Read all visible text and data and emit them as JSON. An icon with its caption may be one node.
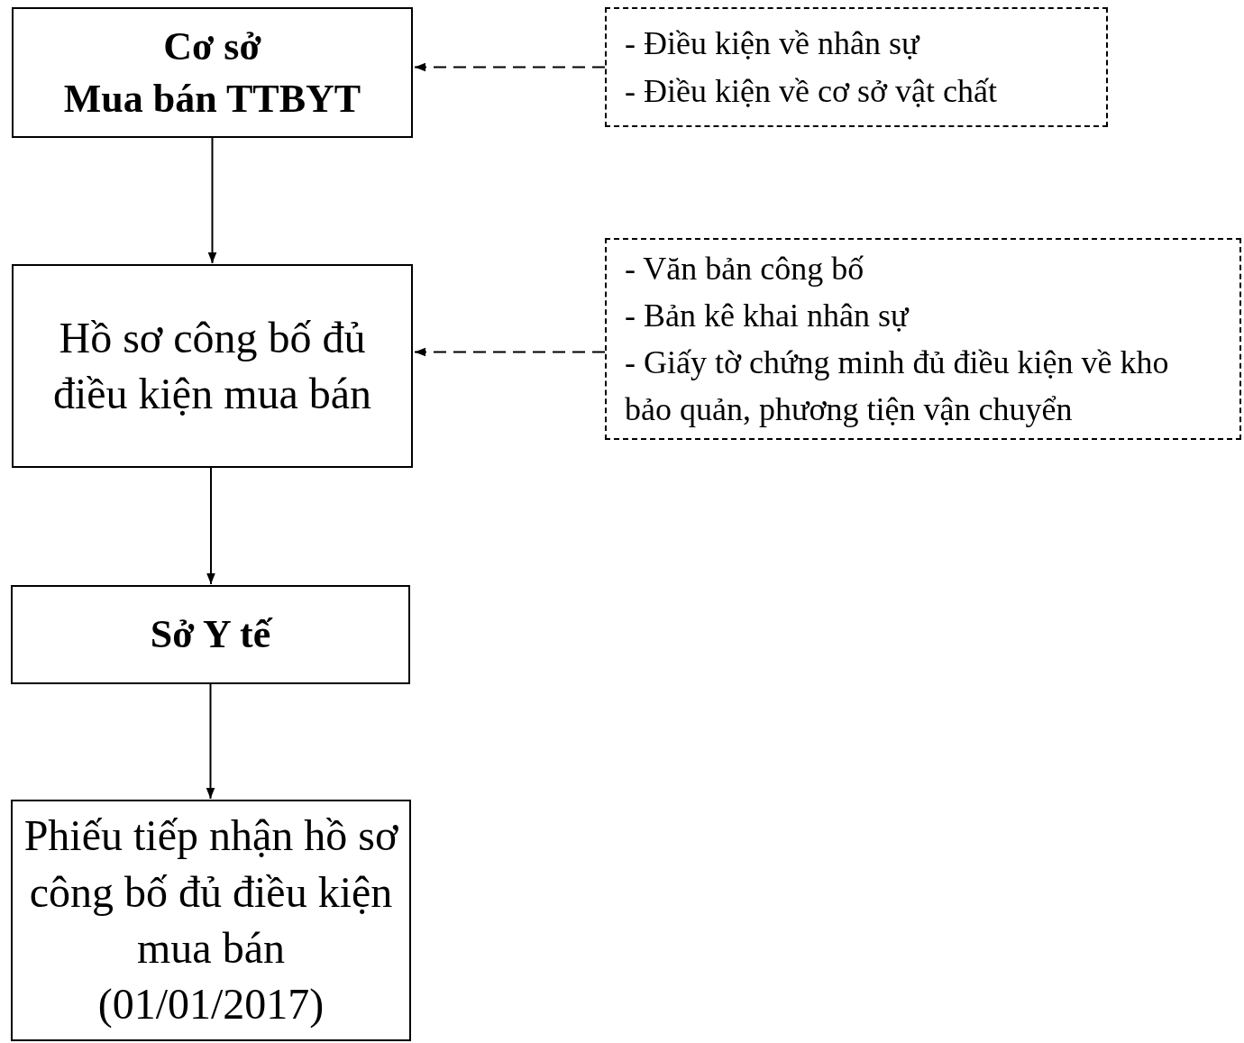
{
  "diagram": {
    "nodes": [
      {
        "text": [
          "Cơ sở",
          "Mua bán TTBYT"
        ]
      },
      {
        "text": [
          "- Điều kiện về nhân sự",
          "- Điều kiện về cơ sở vật chất"
        ]
      },
      {
        "text": [
          "Hồ sơ công bố đủ điều kiện mua bán"
        ]
      },
      {
        "text": [
          "- Văn bản công bố",
          "- Bản kê khai nhân sự",
          "- Giấy tờ chứng minh đủ điều kiện về kho bảo quản, phương tiện vận chuyển"
        ]
      },
      {
        "text": [
          "Sở Y tế"
        ]
      },
      {
        "text": [
          "Phiếu tiếp nhận hồ sơ công bố đủ điều kiện mua bán (01/01/2017)"
        ]
      }
    ],
    "edges": [
      {
        "from": 1,
        "to": 0,
        "arrow": "to",
        "style": "dashed"
      },
      {
        "from": 0,
        "to": 2,
        "arrow": "to"
      },
      {
        "from": 3,
        "to": 2,
        "arrow": "to",
        "style": "dashed"
      },
      {
        "from": 2,
        "to": 4,
        "arrow": "to"
      },
      {
        "from": 4,
        "to": 5,
        "arrow": "to"
      }
    ]
  }
}
